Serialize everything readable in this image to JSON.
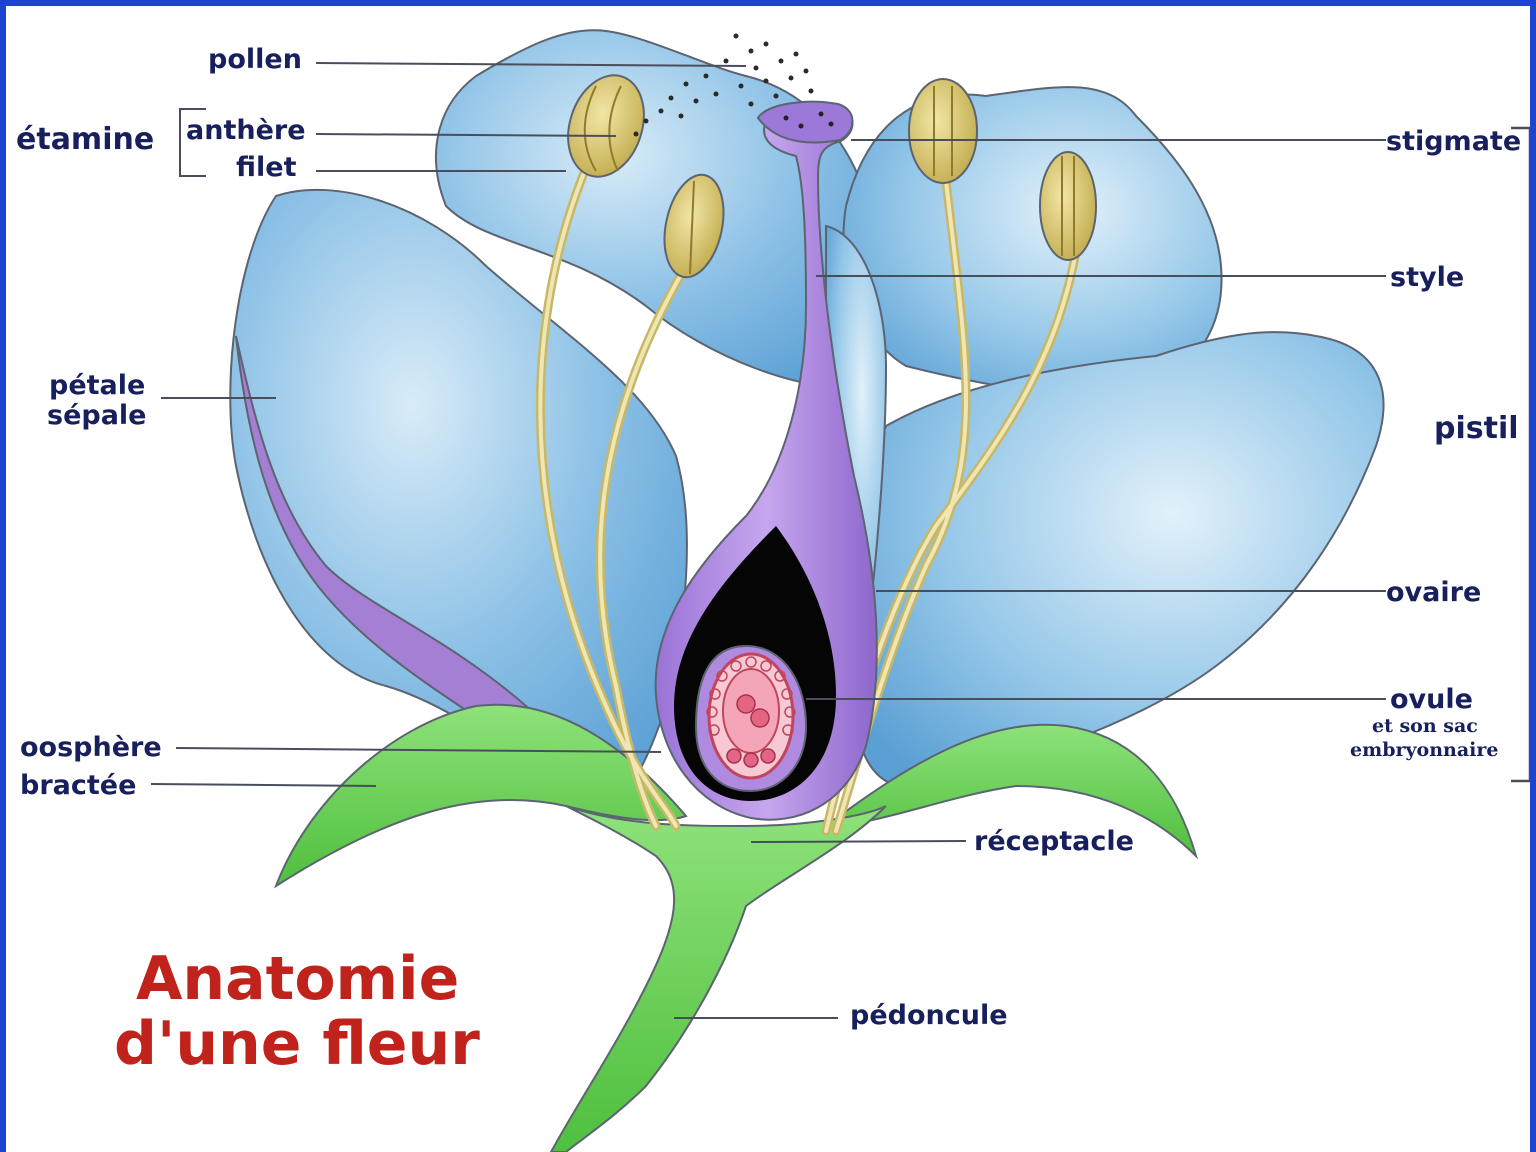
{
  "labels": {
    "pollen": "pollen",
    "etamine": "étamine",
    "anthere": "anthère",
    "filet": "filet",
    "petale": "pétale",
    "sepale": "sépale",
    "oosphere": "oosphère",
    "bractee": "bractée",
    "stigmate": "stigmate",
    "style": "style",
    "pistil": "pistil",
    "ovaire": "ovaire",
    "ovule": "ovule",
    "ovule_sub1": "et son sac",
    "ovule_sub2": "embryonnaire",
    "receptacle": "réceptacle",
    "pedoncule": "pédoncule"
  },
  "title": {
    "line1": "Anatomie",
    "line2": "d'une fleur"
  },
  "colors": {
    "frame": "#1c44d0",
    "petal": "#8fc3e6",
    "sepal": "#a57fd4",
    "pistil": "#b08ae0",
    "anther": "#dcc96a",
    "filament": "#e3d79a",
    "green": "#6fd05a",
    "ovule": "#f2a7b8",
    "title": "#c0231c",
    "label": "#17205c"
  }
}
